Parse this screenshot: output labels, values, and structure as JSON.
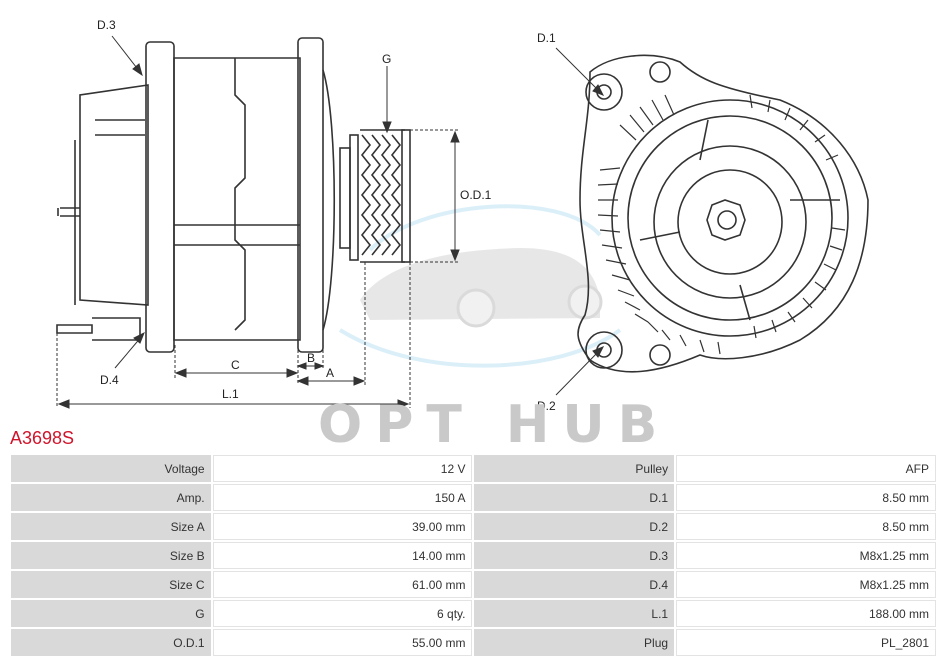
{
  "labels": {
    "d3": "D.3",
    "d1": "D.1",
    "g": "G",
    "od1": "O.D.1",
    "c": "C",
    "b": "B",
    "a": "A",
    "d4": "D.4",
    "l1": "L.1",
    "d2": "D.2"
  },
  "part_number": "A3698S",
  "watermark": "OPT HUB",
  "colors": {
    "accent": "#d0152b",
    "label_bg": "#d9d9d9",
    "watermark": "#c9c9c9"
  },
  "specs": [
    {
      "k1": "Voltage",
      "v1": "12 V",
      "k2": "Pulley",
      "v2": "AFP"
    },
    {
      "k1": "Amp.",
      "v1": "150 A",
      "k2": "D.1",
      "v2": "8.50 mm"
    },
    {
      "k1": "Size A",
      "v1": "39.00 mm",
      "k2": "D.2",
      "v2": "8.50 mm"
    },
    {
      "k1": "Size B",
      "v1": "14.00 mm",
      "k2": "D.3",
      "v2": "M8x1.25 mm"
    },
    {
      "k1": "Size C",
      "v1": "61.00 mm",
      "k2": "D.4",
      "v2": "M8x1.25 mm"
    },
    {
      "k1": "G",
      "v1": "6 qty.",
      "k2": "L.1",
      "v2": "188.00 mm"
    },
    {
      "k1": "O.D.1",
      "v1": "55.00 mm",
      "k2": "Plug",
      "v2": "PL_2801"
    }
  ]
}
